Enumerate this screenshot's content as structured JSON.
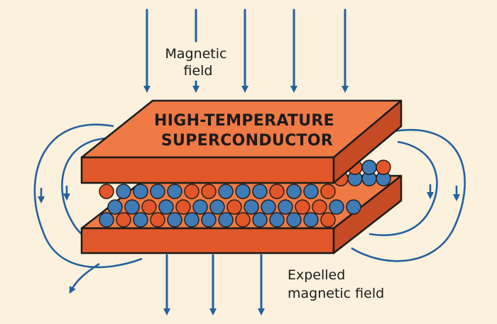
{
  "labels": {
    "top_line1": "Magnetic",
    "top_line2": "field",
    "slab_line1": "HIGH-TEMPERATURE",
    "slab_line2": "SUPERCONDUCTOR",
    "bottom_line1": "Expelled",
    "bottom_line2": "magnetic field"
  },
  "colors": {
    "background": "#fbf1dc",
    "field_line": "#24609f",
    "slab_top": "#ef7a45",
    "slab_front": "#e0582a",
    "slab_side": "#c64a24",
    "outline": "#1b1b1b",
    "particle_blue": "#3f7bb5",
    "particle_orange": "#e2562a"
  }
}
